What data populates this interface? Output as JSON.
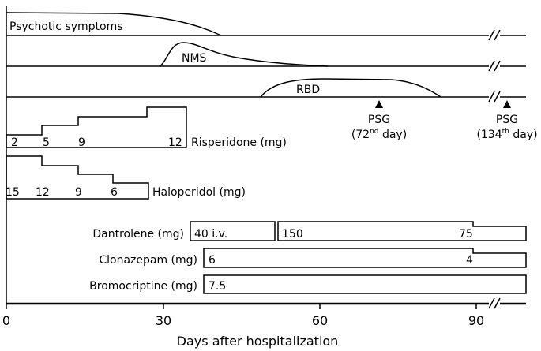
{
  "x_axis": {
    "title": "Days after hospitalization",
    "ticks": [
      "0",
      "30",
      "60",
      "90"
    ]
  },
  "curves": {
    "psychotic": "Psychotic symptoms",
    "nms": "NMS",
    "rbd": "RBD"
  },
  "psg": [
    {
      "label": "PSG",
      "day_open": "(72",
      "sup": "nd",
      "day_close": " day)"
    },
    {
      "label": "PSG",
      "day_open": "(134",
      "sup": "th",
      "day_close": " day)"
    }
  ],
  "drugs": {
    "risperidone": {
      "label": "Risperidone (mg)",
      "doses": [
        "2",
        "5",
        "9",
        "12"
      ]
    },
    "haloperidol": {
      "label": "Haloperidol (mg)",
      "doses": [
        "15",
        "12",
        "9",
        "6"
      ]
    },
    "dantrolene": {
      "label": "Dantrolene (mg)",
      "doses": [
        "40 i.v.",
        "150",
        "75"
      ]
    },
    "clonazepam": {
      "label": "Clonazepam (mg)",
      "doses": [
        "6",
        "4"
      ]
    },
    "bromocriptine": {
      "label": "Bromocriptine (mg)",
      "doses": [
        "7.5"
      ]
    }
  }
}
